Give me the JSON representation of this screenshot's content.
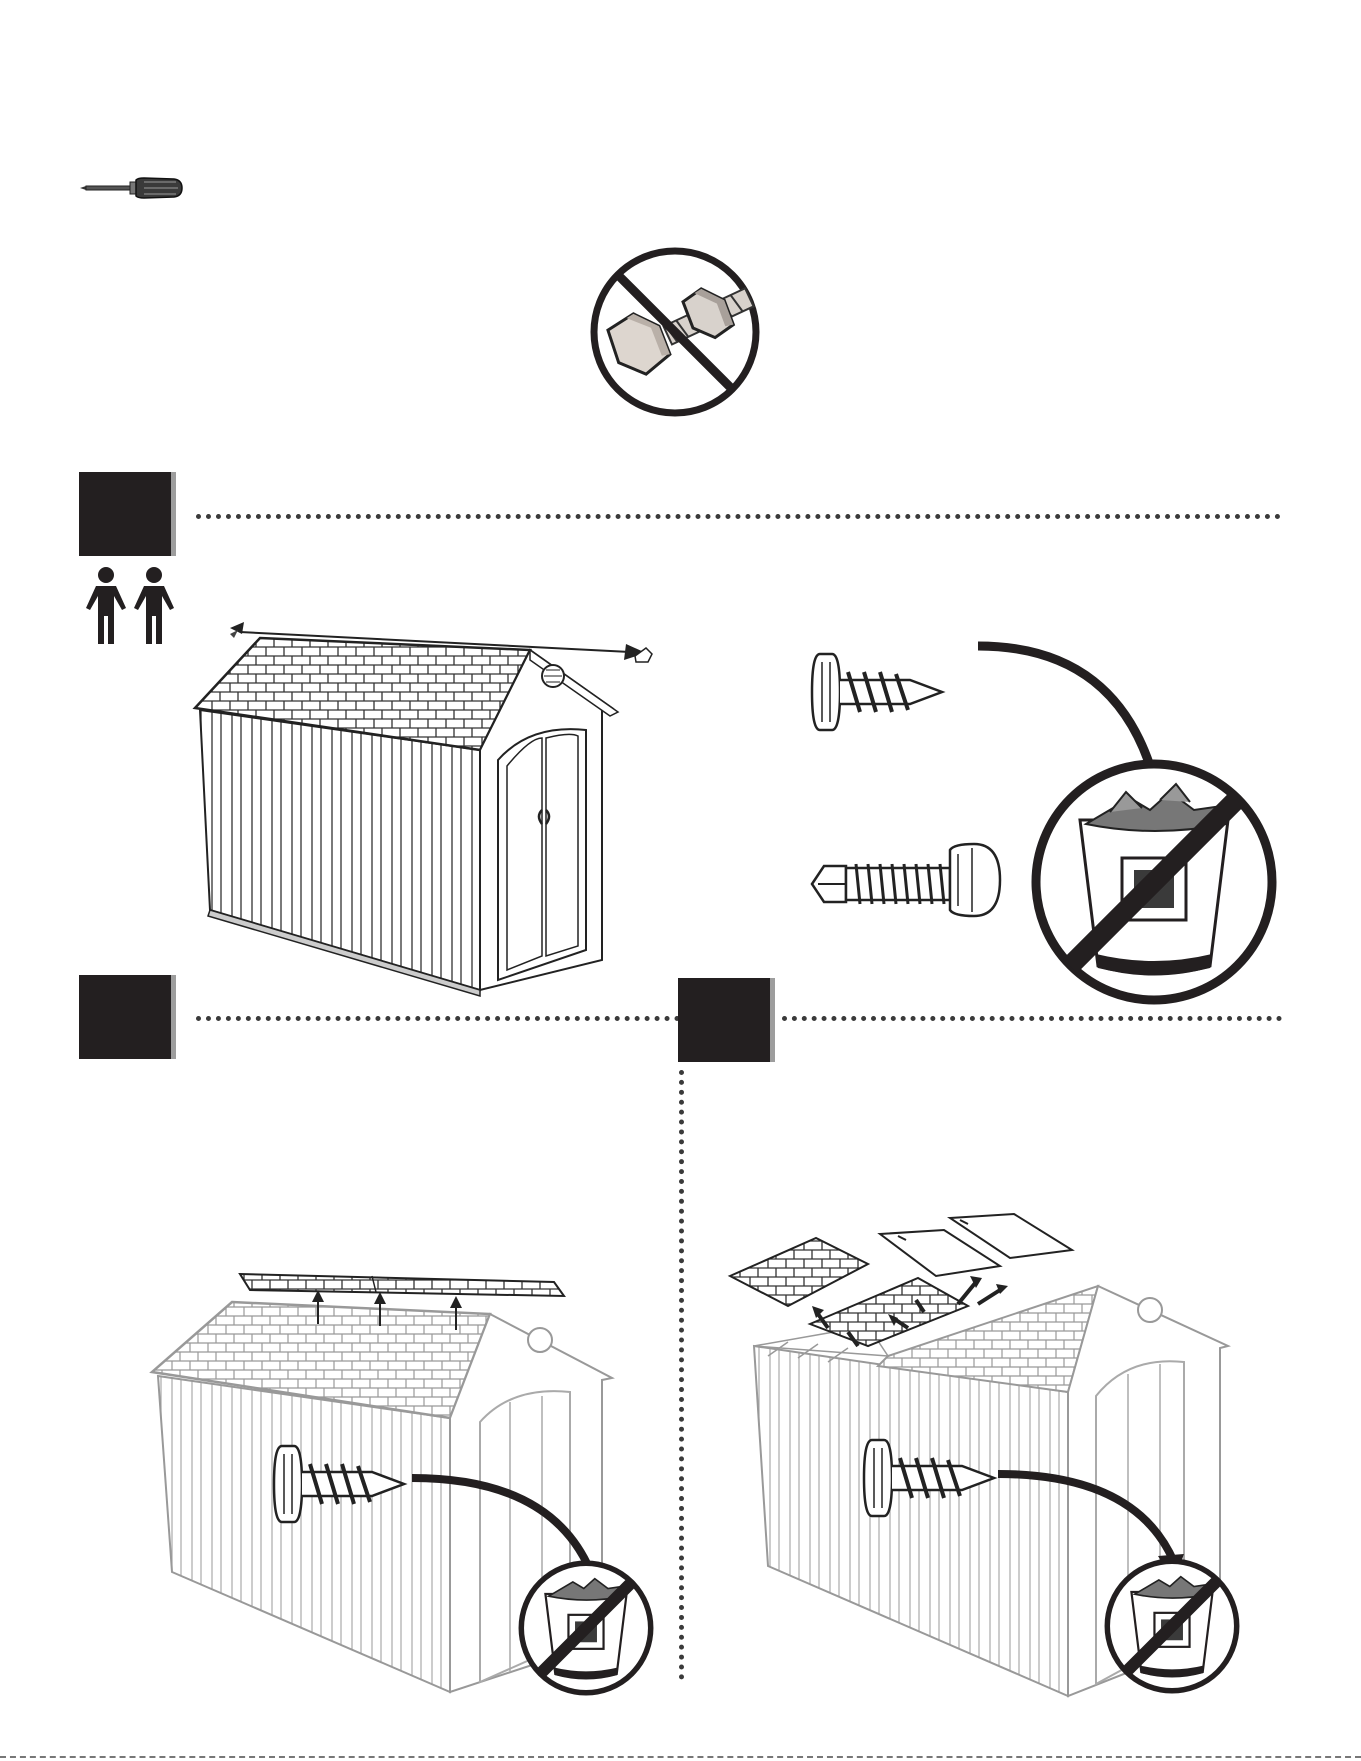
{
  "page": {
    "tools": {
      "icon": "screwdriver-icon"
    },
    "warning": {
      "icon": "no-bolt-nut-icon"
    },
    "steps": [
      {
        "id": "step-1",
        "people_icon": "two-people-icon",
        "illustration": "shed-ridge-cap-removal",
        "notes": [
          "screw-icon",
          "self-drilling-screw-icon",
          "discard-bin-icon"
        ]
      },
      {
        "id": "step-2",
        "illustration": "shed-remove-ridge-cap",
        "notes": [
          "screw-icon",
          "discard-bin-icon"
        ]
      },
      {
        "id": "step-3",
        "illustration": "shed-remove-roof-panels",
        "notes": [
          "screw-icon",
          "discard-bin-icon"
        ]
      }
    ],
    "colors": {
      "step_box": "#231f20",
      "step_shadow": "#9d9d9d",
      "prohibit": "#231f20"
    }
  }
}
